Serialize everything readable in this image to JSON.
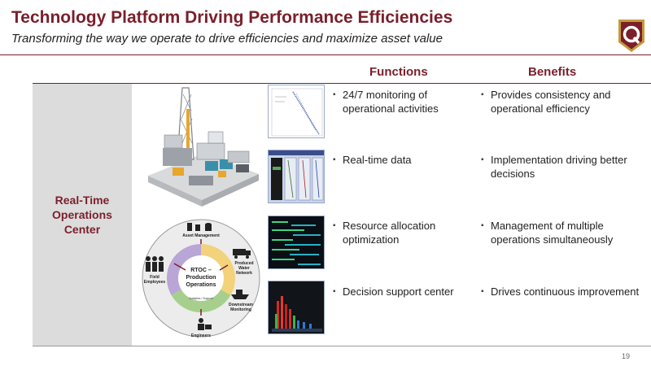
{
  "header": {
    "title": "Technology Platform Driving Performance Efficiencies",
    "subtitle": "Transforming the way we operate to drive efficiencies and maximize asset value"
  },
  "columns": {
    "functions": "Functions",
    "benefits": "Benefits"
  },
  "side_label": [
    "Real-Time",
    "Operations",
    "Center"
  ],
  "rows": [
    {
      "function": "24/7 monitoring of operational activities",
      "benefit": "Provides consistency and operational efficiency"
    },
    {
      "function": "Real-time data",
      "benefit": "Implementation driving better decisions"
    },
    {
      "function": "Resource allocation optimization",
      "benefit": "Management of multiple operations simultaneously"
    },
    {
      "function": "Decision support center",
      "benefit": "Drives continuous improvement"
    }
  ],
  "diagram": {
    "center": [
      "RTOC –",
      "Production",
      "Operations"
    ],
    "asset_management": "Asset Management",
    "produced_water": [
      "Produced",
      "Water",
      "Network"
    ],
    "field_employees": [
      "Field",
      "Employees"
    ],
    "downstream": [
      "Downstream",
      "Monitoring"
    ],
    "engineers": "Engineers",
    "analytics": "Analytics / Support"
  },
  "footer": {
    "page_number": "19"
  },
  "colors": {
    "brand": "#7a1f2b",
    "panel": "#dcdcdc"
  }
}
